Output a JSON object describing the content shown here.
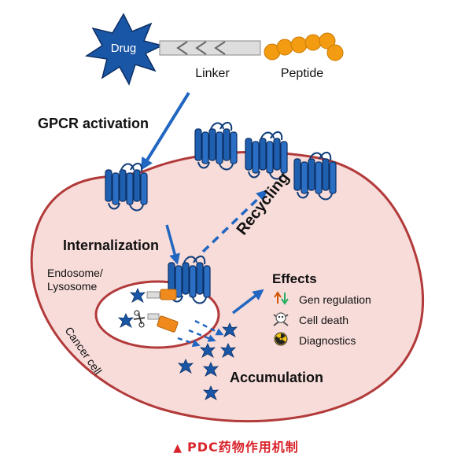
{
  "conjugate": {
    "drug_label": "Drug",
    "linker_label": "Linker",
    "peptide_label": "Peptide"
  },
  "labels": {
    "gpcr_activation": "GPCR activation",
    "internalization": "Internalization",
    "endosome_line1": "Endosome/",
    "endosome_line2": "Lysosome",
    "cancer_cell": "Cancer cell",
    "recycling": "Recycling",
    "accumulation": "Accumulation"
  },
  "effects": {
    "title": "Effects",
    "items": [
      {
        "label": "Gen regulation",
        "icon": "up-down-arrows-icon"
      },
      {
        "label": "Cell death",
        "icon": "skull-crossbones-icon"
      },
      {
        "label": "Diagnostics",
        "icon": "radiation-icon"
      }
    ]
  },
  "caption": {
    "marker": "▲",
    "text": "PDC药物作用机制"
  },
  "colors": {
    "cell_fill": "#f7dcd9",
    "cell_stroke": "#b23a3a",
    "receptor_blue": "#1f5fb0",
    "drug_blue": "#1a56a6",
    "peptide_orange": "#f39c12",
    "payload_orange": "#f08a1c",
    "arrow_blue": "#2166c0",
    "caption_red": "#d8232a"
  }
}
